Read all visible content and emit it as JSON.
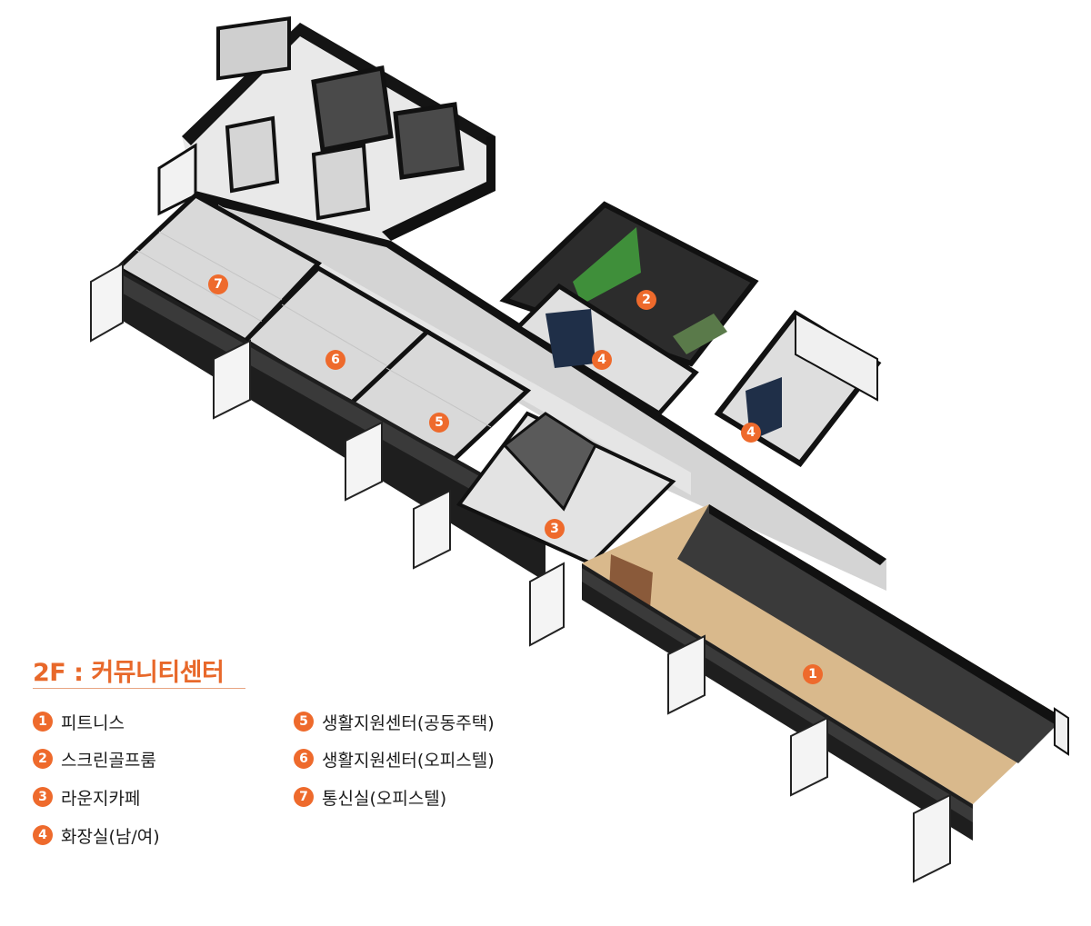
{
  "floor_title": "2F : 커뮤니티센터",
  "legend": [
    {
      "num": "1",
      "label": "피트니스"
    },
    {
      "num": "2",
      "label": "스크린골프룸"
    },
    {
      "num": "3",
      "label": "라운지카페"
    },
    {
      "num": "4",
      "label": "화장실(남/여)"
    },
    {
      "num": "5",
      "label": "생활지원센터(공동주택)"
    },
    {
      "num": "6",
      "label": "생활지원센터(오피스텔)"
    },
    {
      "num": "7",
      "label": "통신실(오피스텔)"
    }
  ],
  "markers": {
    "fitness": "1",
    "golf": "2",
    "lounge": "3",
    "restroom_a": "4",
    "restroom_b": "4",
    "support_apt": "5",
    "support_officetel": "6",
    "telecom": "7"
  },
  "colors": {
    "accent": "#ee6a2c",
    "wall": "#111111",
    "tile_floor": "#dcdcdc",
    "wood_floor": "#d9b98c",
    "gym_floor": "#3a3a3a",
    "golf_floor": "#2c2c2c",
    "golf_screen": "#3f8f3a",
    "toilet_partition": "#1f2f48"
  }
}
